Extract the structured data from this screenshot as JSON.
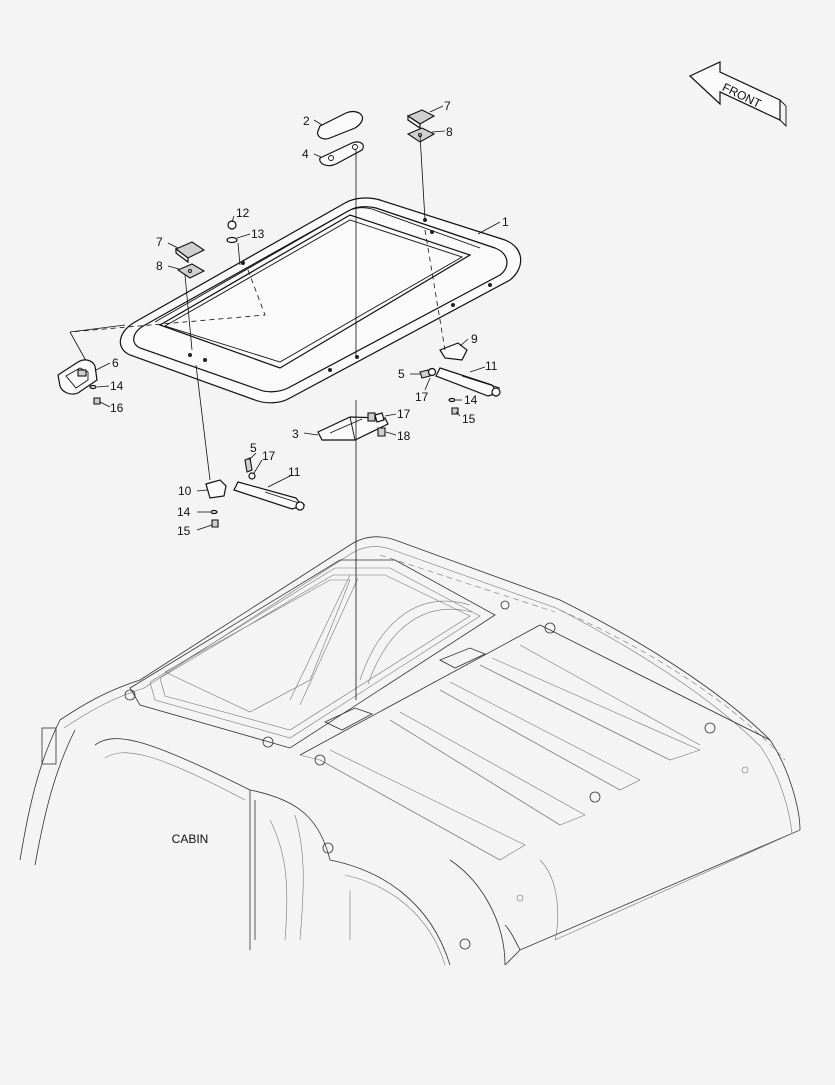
{
  "diagram": {
    "direction_label": "FRONT",
    "assembly_label": "CABIN",
    "callouts": {
      "c1": "1",
      "c2": "2",
      "c3": "3",
      "c4": "4",
      "c5a": "5",
      "c5b": "5",
      "c6": "6",
      "c7a": "7",
      "c7b": "7",
      "c8a": "8",
      "c8b": "8",
      "c9": "9",
      "c10": "10",
      "c11a": "11",
      "c11b": "11",
      "c12": "12",
      "c13": "13",
      "c14a": "14",
      "c14b": "14",
      "c14c": "14",
      "c15a": "15",
      "c15b": "15",
      "c16": "16",
      "c17a": "17",
      "c17b": "17",
      "c17c": "17",
      "c18": "18"
    }
  }
}
